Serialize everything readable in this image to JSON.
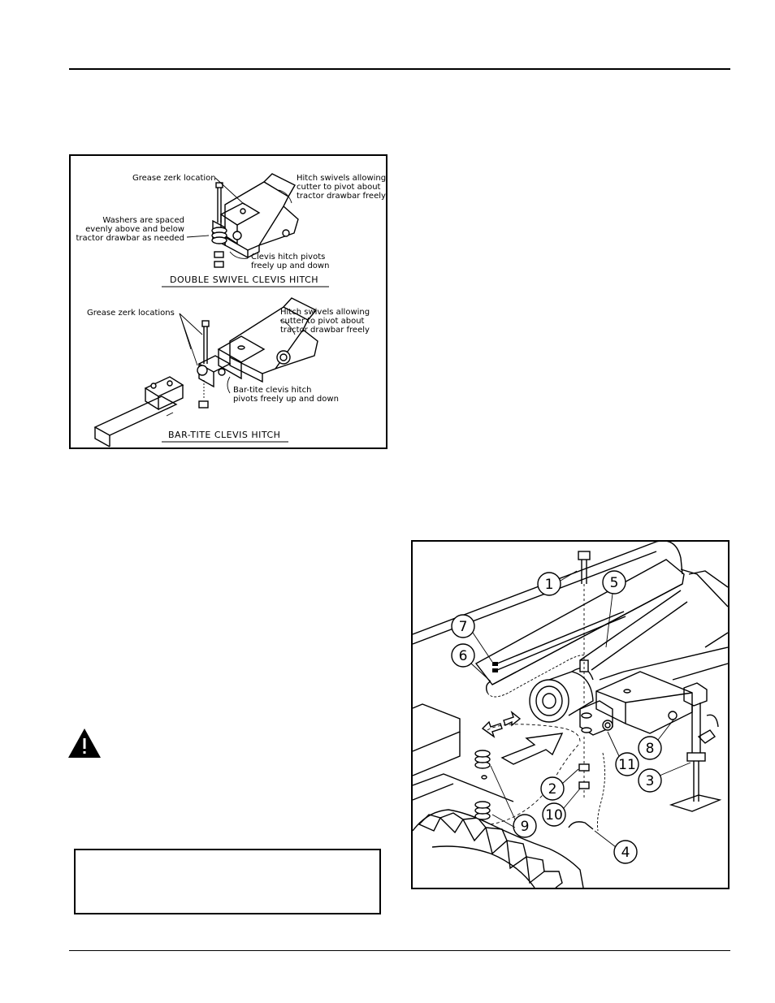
{
  "hitch_figure": {
    "double_swivel": {
      "grease_zerk": "Grease zerk location",
      "swivel_note": [
        "Hitch swivels allowing",
        "cutter to pivot about",
        "tractor drawbar freely"
      ],
      "washers_note": [
        "Washers are spaced",
        "evenly above and below",
        "tractor drawbar as needed"
      ],
      "pivot_note": [
        "Clevis hitch pivots",
        "freely up and down"
      ],
      "caption": "DOUBLE SWIVEL CLEVIS HITCH"
    },
    "bar_tite": {
      "grease_zerks": "Grease zerk locations",
      "swivel_note": [
        "Hitch swivels allowing",
        "cutter to pivot about",
        "tractor drawbar freely"
      ],
      "pivot_note": [
        "Bar-tite clevis hitch",
        "pivots freely up and down"
      ],
      "caption": "BAR-TITE CLEVIS HITCH"
    }
  },
  "assembly_figure": {
    "callouts": [
      "1",
      "2",
      "3",
      "4",
      "5",
      "6",
      "7",
      "8",
      "9",
      "10",
      "11"
    ]
  },
  "warning": {
    "icon": "warning-triangle-icon"
  }
}
